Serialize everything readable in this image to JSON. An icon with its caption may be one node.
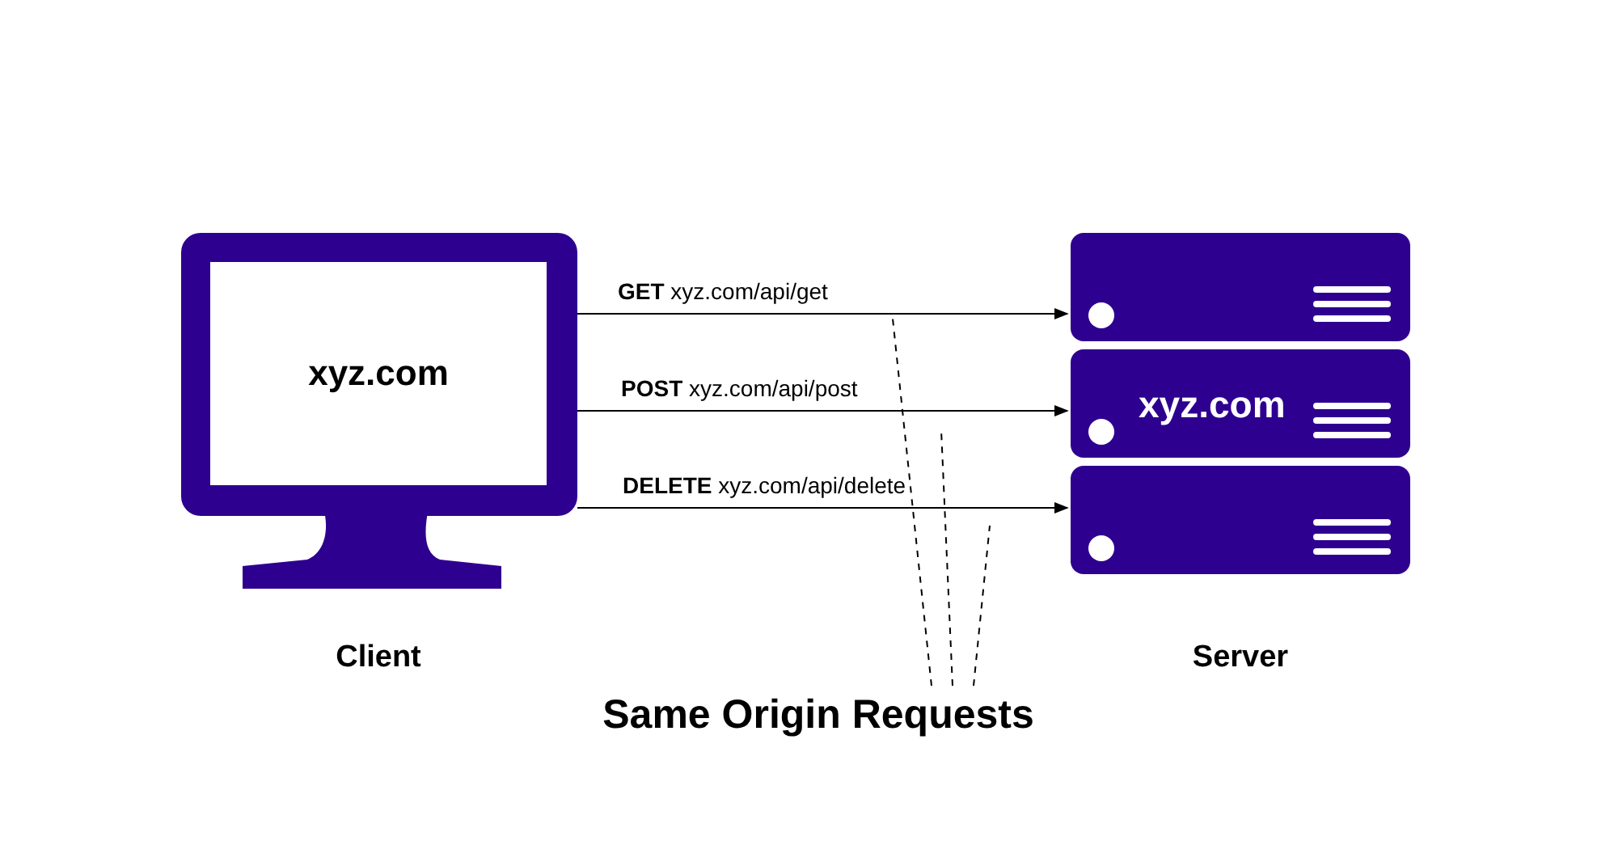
{
  "diagram": {
    "nodes": [
      {
        "text": [
          "xyz.com"
        ],
        "beside": [
          "Client"
        ]
      },
      {
        "text": [],
        "shape": "box"
      },
      {
        "text": [
          "xyz.com"
        ]
      },
      {
        "text": [],
        "shape": "box"
      },
      {
        "text": [
          "Same Origin Requests"
        ]
      }
    ],
    "edges": [
      {
        "from": 0,
        "to": 1,
        "arrow": "to",
        "label": "**GET** xyz.com/api/get"
      },
      {
        "from": 0,
        "to": 2,
        "arrow": "to",
        "label": "**POST** xyz.com/api/post"
      },
      {
        "from": 0,
        "to": 3,
        "arrow": "to",
        "label": "**DELETE** xyz.com/api/delete"
      },
      {
        "from": 4,
        "to": null,
        "arrow": "none",
        "style": "dashed"
      },
      {
        "from": 4,
        "to": null,
        "arrow": "none",
        "style": "dashed"
      },
      {
        "from": 4,
        "to": null,
        "arrow": "none",
        "style": "dashed"
      }
    ],
    "labels": [
      "Server"
    ]
  }
}
